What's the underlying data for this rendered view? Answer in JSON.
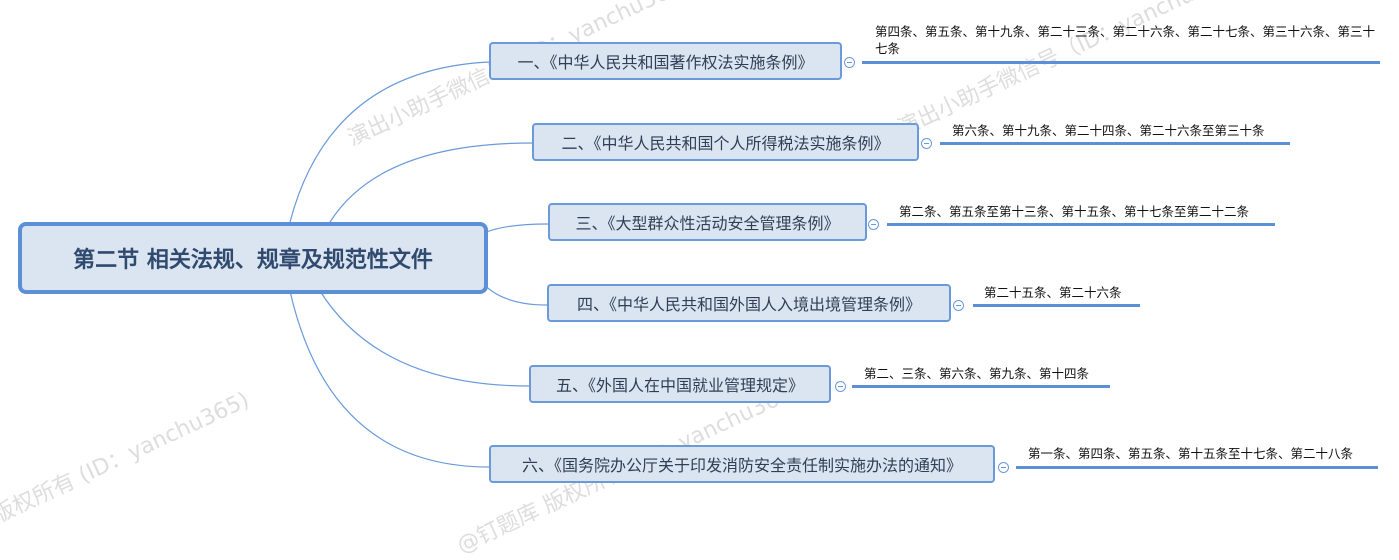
{
  "root": {
    "label": "第二节  相关法规、规章及规范性文件"
  },
  "branches": [
    {
      "label": "一、《中华人民共和国著作权法实施条例》",
      "detail": "第四条、第五条、第十九条、第二十三条、第二十六条、第二十七条、第三十六条、第三十七条"
    },
    {
      "label": "二、《中华人民共和国个人所得税法实施条例》",
      "detail": "第六条、第十九条、第二十四条、第二十六条至第三十条"
    },
    {
      "label": "三、《大型群众性活动安全管理条例》",
      "detail": "第二条、第五条至第十三条、第十五条、第十七条至第二十二条"
    },
    {
      "label": "四、《中华人民共和国外国人入境出境管理条例》",
      "detail": "第二十五条、第二十六条"
    },
    {
      "label": "五、《外国人在中国就业管理规定》",
      "detail": "第二、三条、第六条、第九条、第十四条"
    },
    {
      "label": "六、《国务院办公厅关于印发消防安全责任制实施办法的通知》",
      "detail": "第一条、第四条、第五条、第十五条至十七条、第二十八条"
    }
  ],
  "watermarks": [
    "@钉题库 版权所有",
    "演出小助手微信号（ID：yanchu365）"
  ],
  "colors": {
    "accent": "#5b8fd6",
    "node_fill": "#dbe5f1"
  }
}
